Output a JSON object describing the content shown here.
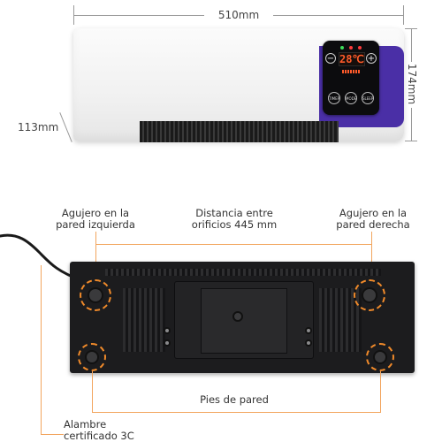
{
  "dimensions": {
    "width": "510mm",
    "height": "174mm",
    "depth": "113mm"
  },
  "control_panel": {
    "temperature": "28℃",
    "buttons": [
      "TIMER",
      "MODE",
      "SLEEP"
    ],
    "minus_symbol": "−",
    "plus_symbol": "+"
  },
  "labels": {
    "left_hole": [
      "Agujero en la",
      "pared izquierda"
    ],
    "hole_distance": [
      "Distancia entre",
      "orificios 445 mm"
    ],
    "right_hole": [
      "Agujero en la",
      "pared derecha"
    ],
    "wall_feet": "Pies de pared",
    "wire": [
      "Alambre",
      "certificado 3C"
    ]
  },
  "colors": {
    "accent_purple": "#4a2fa6",
    "highlight_orange": "#f08a2a",
    "display_red": "#ff5b2a"
  }
}
